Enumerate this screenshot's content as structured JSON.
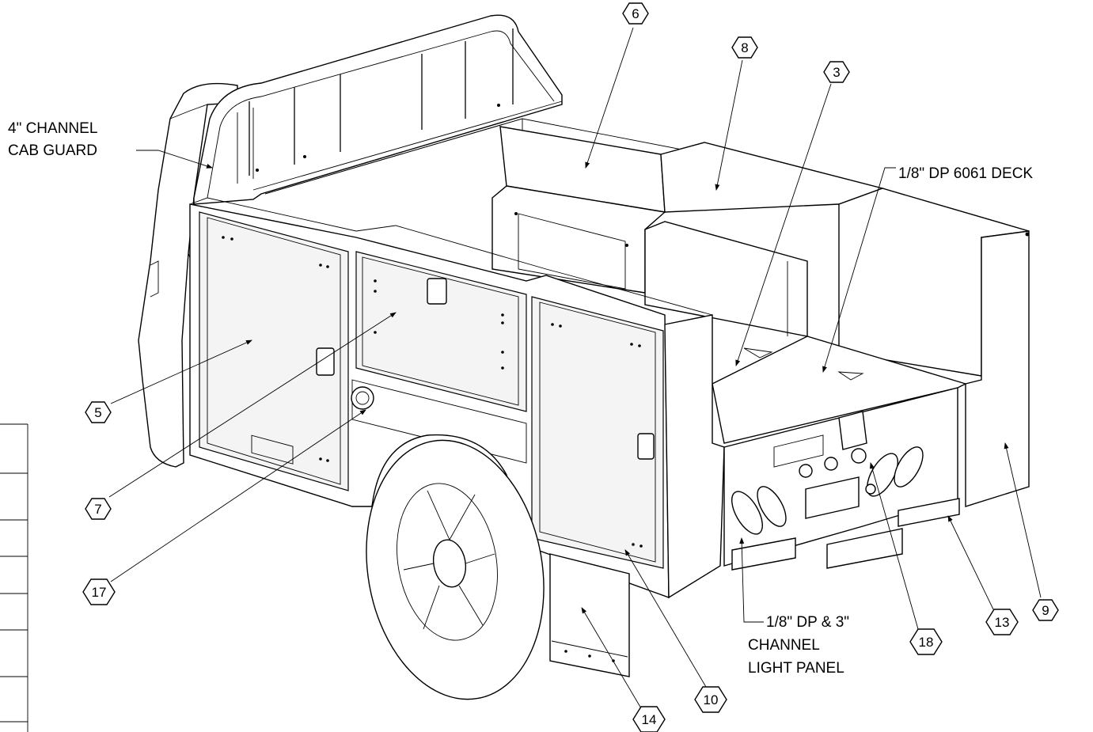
{
  "annotations": {
    "cab_guard": {
      "line1": "4\" CHANNEL",
      "line2": "CAB GUARD"
    },
    "deck": {
      "text": "1/8\" DP 6061 DECK"
    },
    "light_panel": {
      "line1": "1/8\" DP & 3\"",
      "line2": "CHANNEL",
      "line3": "LIGHT PANEL"
    }
  },
  "balloons": {
    "b6": "6",
    "b8": "8",
    "b3": "3",
    "b5": "5",
    "b7": "7",
    "b17": "17",
    "b10": "10",
    "b14": "14",
    "b18": "18",
    "b13": "13",
    "b9": "9"
  }
}
